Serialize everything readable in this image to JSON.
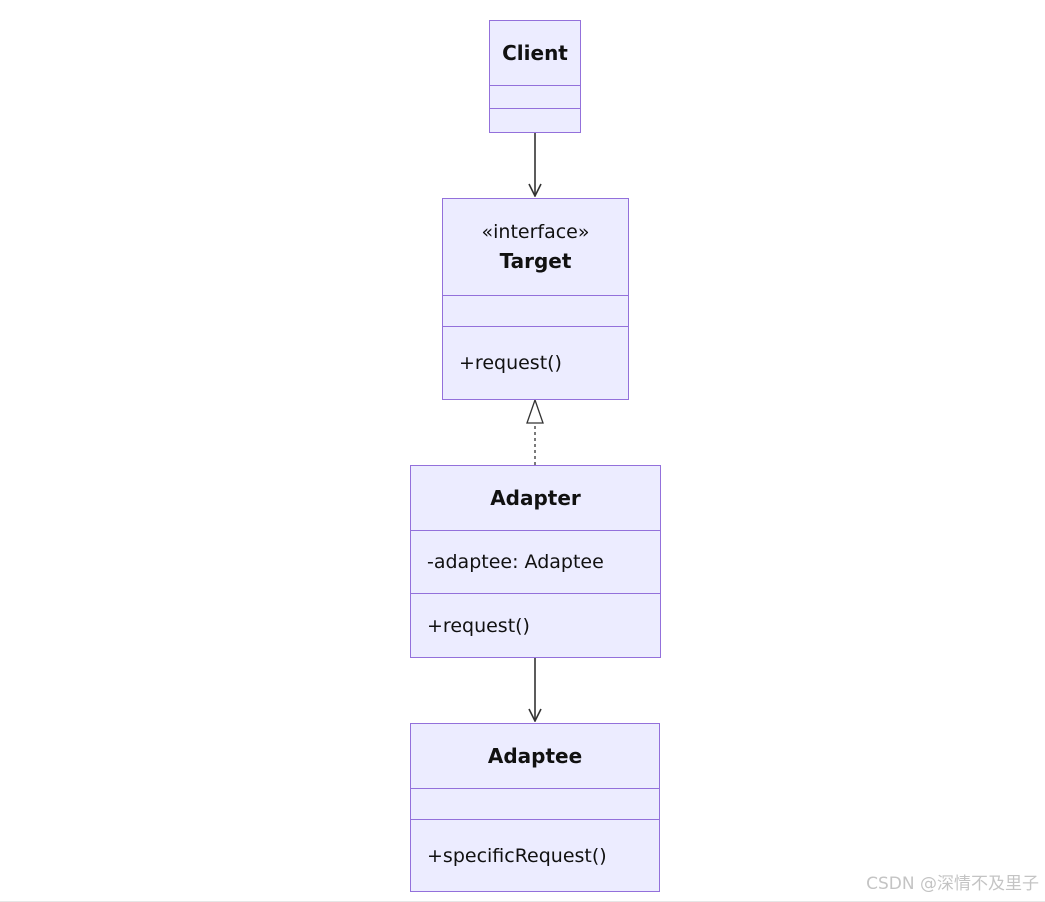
{
  "classes": {
    "client": {
      "name": "Client",
      "attributes": [],
      "methods": []
    },
    "target": {
      "stereotype": "«interface»",
      "name": "Target",
      "attributes": [],
      "methods": [
        "+request()"
      ]
    },
    "adapter": {
      "name": "Adapter",
      "attributes": [
        "-adaptee: Adaptee"
      ],
      "methods": [
        "+request()"
      ]
    },
    "adaptee": {
      "name": "Adaptee",
      "attributes": [],
      "methods": [
        "+specificRequest()"
      ]
    }
  },
  "relations": [
    {
      "from": "Client",
      "to": "Target",
      "type": "association"
    },
    {
      "from": "Adapter",
      "to": "Target",
      "type": "realization"
    },
    {
      "from": "Adapter",
      "to": "Adaptee",
      "type": "association"
    }
  ],
  "watermark": "CSDN @深情不及里子",
  "colors": {
    "fill": "#ececff",
    "stroke": "#9370db",
    "edge": "#333333"
  }
}
